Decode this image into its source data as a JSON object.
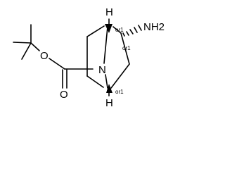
{
  "molecule": {
    "atoms": {
      "oxygen_ester": "O",
      "oxygen_carbonyl": "O",
      "nitrogen_bridge": "N",
      "hydrogen_top": "H",
      "hydrogen_bottom": "H",
      "amine": "NH2"
    },
    "stereo": {
      "top_bridgehead": "or1",
      "amine_carbon": "or1",
      "bottom_bridgehead": "or1"
    }
  },
  "colors": {
    "bond": "#000000",
    "text": "#000000",
    "background": "#ffffff"
  }
}
